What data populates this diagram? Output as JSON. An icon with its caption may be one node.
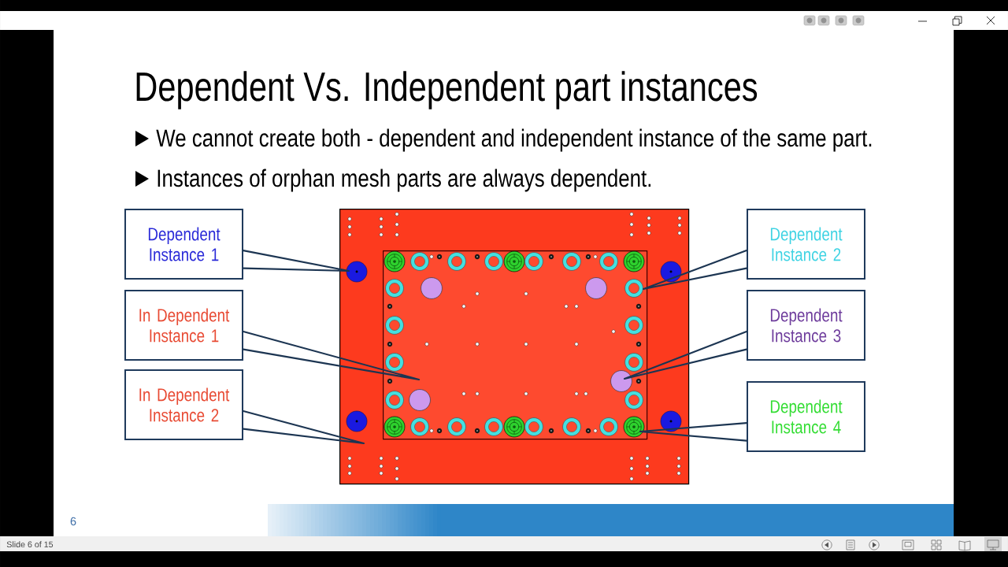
{
  "diagram": {
    "title": "Dependent Vs. Independent part instances",
    "nodes": [
      {
        "text": [
          "Dependent Instance 1"
        ]
      },
      {
        "text": [
          "In Dependent Instance 1"
        ]
      },
      {
        "text": [
          "In Dependent Instance 2"
        ]
      },
      {
        "text": [],
        "shape": "box"
      },
      {
        "text": [],
        "shape": "circle",
        "in": 3
      },
      {
        "text": [],
        "shape": "circle",
        "in": 3
      },
      {
        "text": [],
        "shape": "circle",
        "in": 3
      },
      {
        "text": [],
        "shape": "circle",
        "in": 3
      },
      {
        "text": [],
        "shape": "box",
        "in": 3
      },
      {
        "text": [],
        "shape": "circle",
        "in": 8
      },
      {
        "text": [],
        "shape": "circle",
        "in": 8
      },
      {
        "text": [],
        "shape": "circle",
        "in": 8
      },
      {
        "text": [],
        "shape": "circle",
        "in": 8
      },
      {
        "text": [],
        "shape": "circle",
        "in": 8
      },
      {
        "text": [],
        "shape": "circle",
        "in": 8
      },
      {
        "text": [],
        "shape": "circle",
        "in": 8
      },
      {
        "text": [],
        "shape": "circle",
        "in": 8
      },
      {
        "text": [],
        "shape": "circle",
        "in": 8
      },
      {
        "text": [],
        "shape": "circle",
        "in": 8
      },
      {
        "text": [],
        "shape": "circle",
        "in": 8
      },
      {
        "text": [],
        "shape": "circle",
        "in": 8
      },
      {
        "text": [],
        "shape": "circle",
        "in": 8
      },
      {
        "text": [],
        "shape": "circle",
        "in": 8
      },
      {
        "text": [],
        "shape": "circle",
        "in": 8
      },
      {
        "text": [],
        "shape": "circle",
        "in": 8
      },
      {
        "text": [],
        "shape": "circle",
        "in": 8
      },
      {
        "text": [],
        "shape": "circle",
        "in": 8
      },
      {
        "text": [],
        "shape": "circle",
        "in": 8
      },
      {
        "text": [],
        "shape": "circle",
        "in": 8
      },
      {
        "text": [],
        "shape": "circle",
        "in": 8
      },
      {
        "text": [],
        "shape": "circle",
        "in": 8
      },
      {
        "text": [],
        "shape": "circle",
        "in": 8
      },
      {
        "text": [],
        "shape": "circle",
        "in": 8
      },
      {
        "text": [],
        "shape": "circle",
        "in": 8
      },
      {
        "text": [],
        "shape": "circle",
        "in": 8
      },
      {
        "text": [],
        "shape": "circle",
        "in": 8
      },
      {
        "text": [],
        "shape": "circle",
        "in": 8
      },
      {
        "text": [],
        "shape": "circle",
        "in": 8
      },
      {
        "text": [],
        "shape": "circle",
        "in": 8
      },
      {
        "text": [
          "Dependent Instance 2"
        ]
      },
      {
        "text": [
          "Dependent Instance 3"
        ]
      },
      {
        "text": [
          "Dependent Instance 4"
        ]
      }
    ],
    "edges": [
      {
        "from": 0,
        "to": 4,
        "arrow": "none"
      },
      {
        "from": 1,
        "to": 8,
        "arrow": "none"
      },
      {
        "from": 2,
        "to": 3,
        "arrow": "none"
      },
      {
        "from": 39,
        "to": 22,
        "arrow": "none"
      },
      {
        "from": 40,
        "to": 37,
        "arrow": "none"
      },
      {
        "from": 41,
        "to": 14,
        "arrow": "none"
      }
    ],
    "labels": [
      "We cannot create both - dependent and independent instance of the same part.",
      "Instances of orphan mesh parts are always dependent.",
      "6",
      "Slide 6 of 15"
    ]
  }
}
